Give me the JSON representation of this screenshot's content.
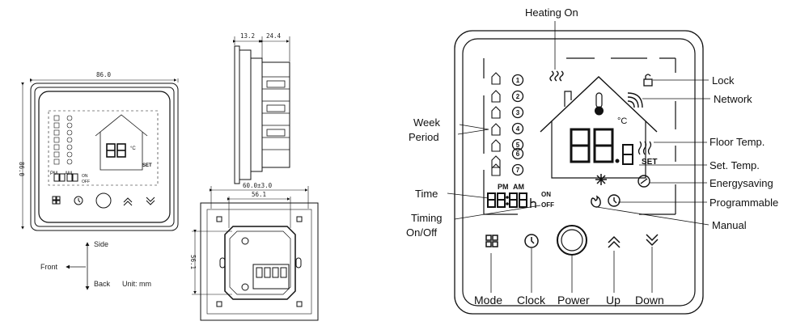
{
  "dimensions": {
    "front_width": "86.0",
    "front_height": "86.0",
    "side_depth_a": "13.2",
    "side_depth_b": "24.4",
    "back_width_outer": "60.0±3.0",
    "back_width_inner": "56.1",
    "back_height": "56.1"
  },
  "orientation": {
    "side": "Side",
    "front": "Front",
    "back": "Back",
    "unit": "Unit: mm"
  },
  "callouts": {
    "heating_on": "Heating On",
    "lock": "Lock",
    "network": "Network",
    "week": "Week",
    "period": "Period",
    "floor_temp": "Floor Temp.",
    "set_temp": "Set. Temp.",
    "energysaving": "Energysaving",
    "time": "Time",
    "programmable": "Programmable",
    "timing_on_off_1": "Timing",
    "timing_on_off_2": "On/Off",
    "manual": "Manual"
  },
  "buttons": {
    "mode": "Mode",
    "clock": "Clock",
    "power": "Power",
    "up": "Up",
    "down": "Down"
  },
  "display": {
    "pm": "PM",
    "am": "AM",
    "on": "ON",
    "off": "OFF",
    "set": "SET",
    "celsius": "°C",
    "periods": [
      "1",
      "2",
      "3",
      "4",
      "5",
      "6",
      "7"
    ]
  },
  "icons": [
    "heating-wave-icon",
    "lock-icon",
    "network-icon",
    "house-icon",
    "thermometer-icon",
    "floor-heat-icon",
    "snowflake-icon",
    "energysaving-icon",
    "manual-hand-icon",
    "clock-icon",
    "mode-grid-icon",
    "up-chevron-icon",
    "down-chevron-icon",
    "power-icon"
  ]
}
